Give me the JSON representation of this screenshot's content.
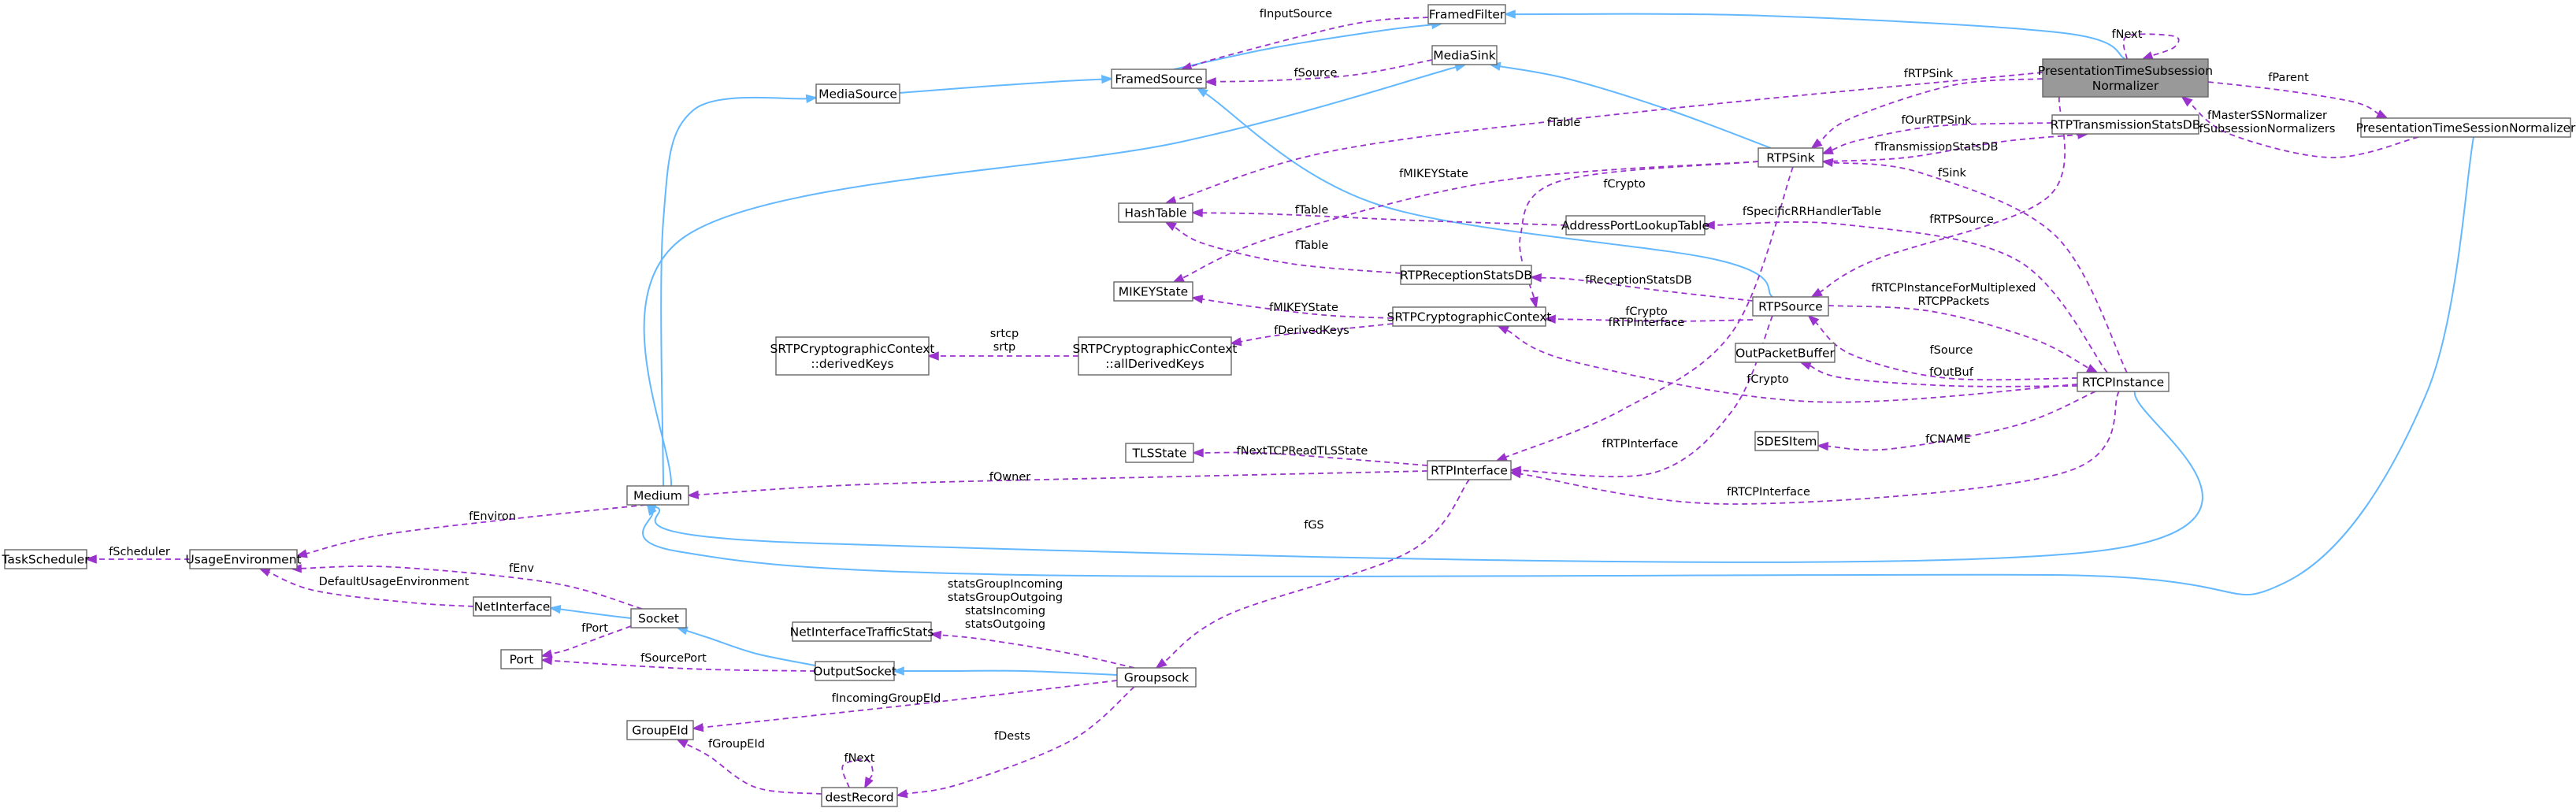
{
  "diagram": {
    "nodes": [
      {
        "id": "ptsn",
        "lines": [
          "PresentationTimeSubsession",
          "Normalizer"
        ],
        "current": true
      },
      {
        "id": "framedFilter",
        "lines": [
          "FramedFilter"
        ]
      },
      {
        "id": "framedSource",
        "lines": [
          "FramedSource"
        ]
      },
      {
        "id": "mediaSource",
        "lines": [
          "MediaSource"
        ]
      },
      {
        "id": "mediaSink",
        "lines": [
          "MediaSink"
        ]
      },
      {
        "id": "rtpSink",
        "lines": [
          "RTPSink"
        ]
      },
      {
        "id": "rtpTxStatsDB",
        "lines": [
          "RTPTransmissionStatsDB"
        ]
      },
      {
        "id": "ptSessionNorm",
        "lines": [
          "PresentationTimeSessionNormalizer"
        ]
      },
      {
        "id": "hashTable",
        "lines": [
          "HashTable"
        ]
      },
      {
        "id": "addrPortTable",
        "lines": [
          "AddressPortLookupTable"
        ]
      },
      {
        "id": "rtpRxStatsDB",
        "lines": [
          "RTPReceptionStatsDB"
        ]
      },
      {
        "id": "mikeyState",
        "lines": [
          "MIKEYState"
        ]
      },
      {
        "id": "srtpCtx",
        "lines": [
          "SRTPCryptographicContext"
        ]
      },
      {
        "id": "rtpSource",
        "lines": [
          "RTPSource"
        ]
      },
      {
        "id": "srtpAllKeys",
        "lines": [
          "SRTPCryptographicContext",
          "::allDerivedKeys"
        ]
      },
      {
        "id": "srtpKeys",
        "lines": [
          "SRTPCryptographicContext",
          "::derivedKeys"
        ]
      },
      {
        "id": "outPacketBuffer",
        "lines": [
          "OutPacketBuffer"
        ]
      },
      {
        "id": "rtcpInstance",
        "lines": [
          "RTCPInstance"
        ]
      },
      {
        "id": "sdesItem",
        "lines": [
          "SDESItem"
        ]
      },
      {
        "id": "tlsState",
        "lines": [
          "TLSState"
        ]
      },
      {
        "id": "rtpInterface",
        "lines": [
          "RTPInterface"
        ]
      },
      {
        "id": "medium",
        "lines": [
          "Medium"
        ]
      },
      {
        "id": "taskScheduler",
        "lines": [
          "TaskScheduler"
        ]
      },
      {
        "id": "usageEnv",
        "lines": [
          "UsageEnvironment"
        ]
      },
      {
        "id": "netInterface",
        "lines": [
          "NetInterface"
        ]
      },
      {
        "id": "socket",
        "lines": [
          "Socket"
        ]
      },
      {
        "id": "port",
        "lines": [
          "Port"
        ]
      },
      {
        "id": "outputSocket",
        "lines": [
          "OutputSocket"
        ]
      },
      {
        "id": "netIfTrafficStats",
        "lines": [
          "NetInterfaceTrafficStats"
        ]
      },
      {
        "id": "groupsock",
        "lines": [
          "Groupsock"
        ]
      },
      {
        "id": "groupEId",
        "lines": [
          "GroupEId"
        ]
      },
      {
        "id": "destRecord",
        "lines": [
          "destRecord"
        ]
      }
    ],
    "edges": [
      {
        "id": "inh-filter-ptsn",
        "type": "inheritance",
        "from": "framedFilter",
        "to": "ptsn"
      },
      {
        "id": "inh-source-filter",
        "type": "inheritance",
        "from": "framedSource",
        "to": "framedFilter"
      },
      {
        "id": "inh-mediasource-source",
        "type": "inheritance",
        "from": "mediaSource",
        "to": "framedSource"
      },
      {
        "id": "inh-medium-mediasource",
        "type": "inheritance",
        "from": "medium",
        "to": "mediaSource"
      },
      {
        "id": "inh-medium-mediasink",
        "type": "inheritance",
        "from": "medium",
        "to": "mediaSink"
      },
      {
        "id": "inh-mediasink-rtpsink",
        "type": "inheritance",
        "from": "mediaSink",
        "to": "rtpSink"
      },
      {
        "id": "inh-framedsource-rtpsource",
        "type": "inheritance",
        "from": "framedSource",
        "to": "rtpSource"
      },
      {
        "id": "inh-medium-rtcp",
        "type": "inheritance",
        "from": "medium",
        "to": "rtcpInstance"
      },
      {
        "id": "inh-medium-ptsess",
        "type": "inheritance",
        "from": "medium",
        "to": "ptSessionNorm"
      },
      {
        "id": "inh-netif-socket",
        "type": "inheritance",
        "from": "netInterface",
        "to": "socket"
      },
      {
        "id": "inh-socket-outsock",
        "type": "inheritance",
        "from": "socket",
        "to": "outputSocket"
      },
      {
        "id": "inh-outsock-groupsock",
        "type": "inheritance",
        "from": "outputSocket",
        "to": "groupsock"
      },
      {
        "id": "use-finputsource",
        "type": "usage",
        "from": "framedFilter",
        "to": "framedSource",
        "label": [
          "fInputSource"
        ]
      },
      {
        "id": "use-fsource-sink",
        "type": "usage",
        "from": "mediaSink",
        "to": "framedSource",
        "label": [
          "fSource"
        ]
      },
      {
        "id": "use-fnext-ptsn",
        "type": "usage",
        "from": "ptsn",
        "to": "ptsn",
        "label": [
          "fNext"
        ]
      },
      {
        "id": "use-fparent",
        "type": "usage",
        "from": "ptsn",
        "to": "ptSessionNorm",
        "label": [
          "fParent"
        ]
      },
      {
        "id": "use-fmaster",
        "type": "usage",
        "from": "ptSessionNorm",
        "to": "ptsn",
        "label": [
          "fMasterSSNormalizer",
          "fSubsessionNormalizers"
        ]
      },
      {
        "id": "use-frtpsink",
        "type": "usage",
        "from": "ptsn",
        "to": "rtpSink",
        "label": [
          "fRTPSink"
        ]
      },
      {
        "id": "use-frtpsource-ptsn",
        "type": "usage",
        "from": "ptsn",
        "to": "rtpSource",
        "label": [
          "fRTPSource"
        ]
      },
      {
        "id": "use-fourrtpsink",
        "type": "usage",
        "from": "rtpTxStatsDB",
        "to": "rtpSink",
        "label": [
          "fOurRTPSink"
        ]
      },
      {
        "id": "use-ftxstatsdb",
        "type": "usage",
        "from": "rtpSink",
        "to": "rtpTxStatsDB",
        "label": [
          "fTransmissionStatsDB"
        ]
      },
      {
        "id": "use-ftable-top",
        "type": "usage",
        "from": "ptsn",
        "to": "hashTable",
        "label": [
          "fTable"
        ]
      },
      {
        "id": "use-fmikeystate-sink",
        "type": "usage",
        "from": "rtpSink",
        "to": "mikeyState",
        "label": [
          "fMIKEYState"
        ]
      },
      {
        "id": "use-ftable-addr",
        "type": "usage",
        "from": "addrPortTable",
        "to": "hashTable",
        "label": [
          "fTable"
        ]
      },
      {
        "id": "use-ftable-rx",
        "type": "usage",
        "from": "rtpRxStatsDB",
        "to": "hashTable",
        "label": [
          "fTable"
        ]
      },
      {
        "id": "use-fcrypto-sink",
        "type": "usage",
        "from": "rtpSink",
        "to": "srtpCtx",
        "label": [
          "fCrypto"
        ]
      },
      {
        "id": "use-fsink",
        "type": "usage",
        "from": "rtcpInstance",
        "to": "rtpSink",
        "label": [
          "fSink"
        ]
      },
      {
        "id": "use-fspecific",
        "type": "usage",
        "from": "rtcpInstance",
        "to": "addrPortTable",
        "label": [
          "fSpecificRRHandlerTable"
        ]
      },
      {
        "id": "use-frxstatsdb",
        "type": "usage",
        "from": "rtpSource",
        "to": "rtpRxStatsDB",
        "label": [
          "fReceptionStatsDB"
        ]
      },
      {
        "id": "use-fcrypto-src",
        "type": "usage",
        "from": "rtpSource",
        "to": "srtpCtx",
        "label": [
          "fCrypto"
        ]
      },
      {
        "id": "use-fmikeystate-ctx",
        "type": "usage",
        "from": "srtpCtx",
        "to": "mikeyState",
        "label": [
          "fMIKEYState"
        ]
      },
      {
        "id": "use-fderivedkeys",
        "type": "usage",
        "from": "srtpCtx",
        "to": "srtpAllKeys",
        "label": [
          "fDerivedKeys"
        ]
      },
      {
        "id": "use-srtcp",
        "type": "usage",
        "from": "srtpAllKeys",
        "to": "srtpKeys",
        "label": [
          "srtcp",
          "srtp"
        ]
      },
      {
        "id": "use-frtcpmux",
        "type": "usage",
        "from": "rtpSource",
        "to": "rtcpInstance",
        "label": [
          "fRTCPInstanceForMultiplexed",
          "RTCPPackets"
        ]
      },
      {
        "id": "use-fsource-rtcp",
        "type": "usage",
        "from": "rtcpInstance",
        "to": "rtpSource",
        "label": [
          "fSource"
        ]
      },
      {
        "id": "use-foutbuf",
        "type": "usage",
        "from": "rtcpInstance",
        "to": "outPacketBuffer",
        "label": [
          "fOutBuf"
        ]
      },
      {
        "id": "use-fcrypto-rtcp",
        "type": "usage",
        "from": "rtcpInstance",
        "to": "srtpCtx",
        "label": [
          "fCrypto"
        ]
      },
      {
        "id": "use-fcname",
        "type": "usage",
        "from": "rtcpInstance",
        "to": "sdesItem",
        "label": [
          "fCNAME"
        ]
      },
      {
        "id": "use-frtpif-sink",
        "type": "usage",
        "from": "rtpSink",
        "to": "rtpInterface",
        "label": [
          "fRTPInterface"
        ]
      },
      {
        "id": "use-frtpif-src",
        "type": "usage",
        "from": "rtpSource",
        "to": "rtpInterface",
        "label": [
          "fRTPInterface"
        ]
      },
      {
        "id": "use-frtcpif",
        "type": "usage",
        "from": "rtcpInstance",
        "to": "rtpInterface",
        "label": [
          "fRTCPInterface"
        ]
      },
      {
        "id": "use-fnexttcp",
        "type": "usage",
        "from": "rtpInterface",
        "to": "tlsState",
        "label": [
          "fNextTCPReadTLSState"
        ]
      },
      {
        "id": "use-fowner",
        "type": "usage",
        "from": "rtpInterface",
        "to": "medium",
        "label": [
          "fOwner"
        ]
      },
      {
        "id": "use-fgs",
        "type": "usage",
        "from": "rtpInterface",
        "to": "groupsock",
        "label": [
          "fGS"
        ]
      },
      {
        "id": "use-fenviron",
        "type": "usage",
        "from": "medium",
        "to": "usageEnv",
        "label": [
          "fEnviron"
        ]
      },
      {
        "id": "use-fscheduler",
        "type": "usage",
        "from": "usageEnv",
        "to": "taskScheduler",
        "label": [
          "fScheduler"
        ]
      },
      {
        "id": "use-fenv",
        "type": "usage",
        "from": "socket",
        "to": "usageEnv",
        "label": [
          "fEnv"
        ]
      },
      {
        "id": "use-defaultenv",
        "type": "usage",
        "from": "netInterface",
        "to": "usageEnv",
        "label": [
          "DefaultUsageEnvironment"
        ]
      },
      {
        "id": "use-fport",
        "type": "usage",
        "from": "socket",
        "to": "port",
        "label": [
          "fPort"
        ]
      },
      {
        "id": "use-fsourceport",
        "type": "usage",
        "from": "outputSocket",
        "to": "port",
        "label": [
          "fSourcePort"
        ]
      },
      {
        "id": "use-stats",
        "type": "usage",
        "from": "groupsock",
        "to": "netIfTrafficStats",
        "label": [
          "statsGroupIncoming",
          "statsGroupOutgoing",
          "statsIncoming",
          "statsOutgoing"
        ]
      },
      {
        "id": "use-fincominggroup",
        "type": "usage",
        "from": "groupsock",
        "to": "groupEId",
        "label": [
          "fIncomingGroupEId"
        ]
      },
      {
        "id": "use-fdests",
        "type": "usage",
        "from": "groupsock",
        "to": "destRecord",
        "label": [
          "fDests"
        ]
      },
      {
        "id": "use-fgroupeid",
        "type": "usage",
        "from": "destRecord",
        "to": "groupEId",
        "label": [
          "fGroupEId"
        ]
      },
      {
        "id": "use-fnext-dest",
        "type": "usage",
        "from": "destRecord",
        "to": "destRecord",
        "label": [
          "fNext"
        ]
      }
    ]
  }
}
